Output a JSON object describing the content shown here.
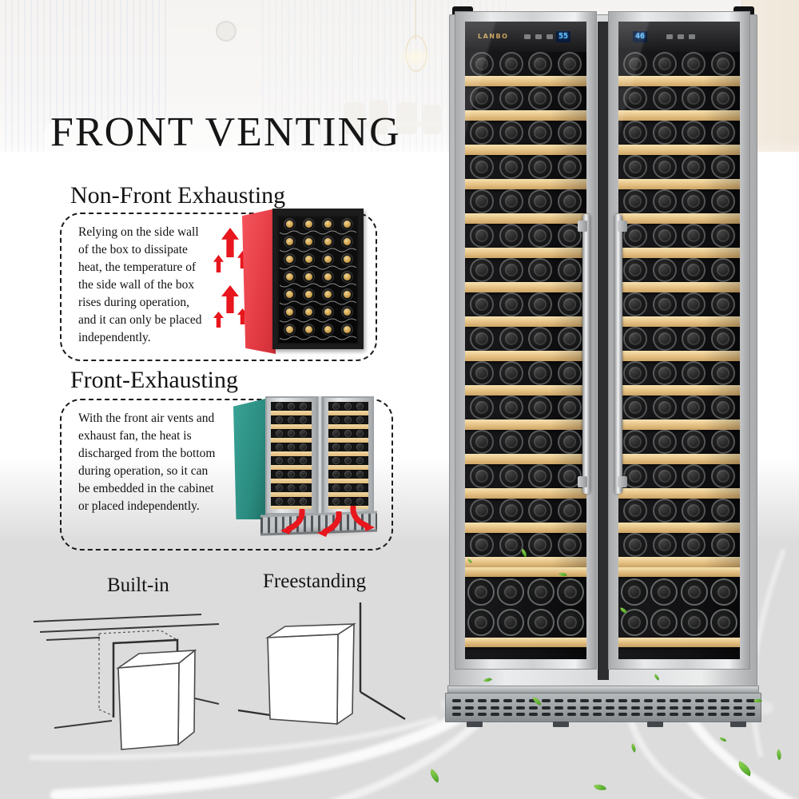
{
  "title": "FRONT VENTING",
  "sections": [
    {
      "heading": "Non-Front Exhausting",
      "body": "Relying on the side wall\nof the box to dissipate\nheat, the temperature of\nthe side wall of the box\nrises during operation,\nand it can only be placed\nindependently."
    },
    {
      "heading": "Front-Exhausting",
      "body": "With the front air vents and\nexhaust fan, the heat is\ndischarged from the bottom\nduring operation, so it can\nbe embedded in the cabinet\nor placed independently."
    }
  ],
  "placement": {
    "built_in": "Built-in",
    "freestanding": "Freestanding"
  },
  "cooler": {
    "brand": "LANBO",
    "left_display": "55",
    "right_display": "46",
    "doors": 2,
    "shelf_rows": 15,
    "bottles_per_row": 4,
    "bulk_rows": 2
  },
  "illustrations": {
    "non_front": {
      "rows": 7,
      "cols": 4,
      "side_color": "#ee4a52"
    },
    "front": {
      "shelves": 8,
      "dots_per_gap": 3,
      "side_color": "#2f948a"
    }
  },
  "colors": {
    "accent_red": "#e8161d",
    "wood": "#e9c88e",
    "leaf_green": "#6abf3a",
    "background_gray": "#dcdcdc",
    "led_blue": "#6cc4ff"
  }
}
